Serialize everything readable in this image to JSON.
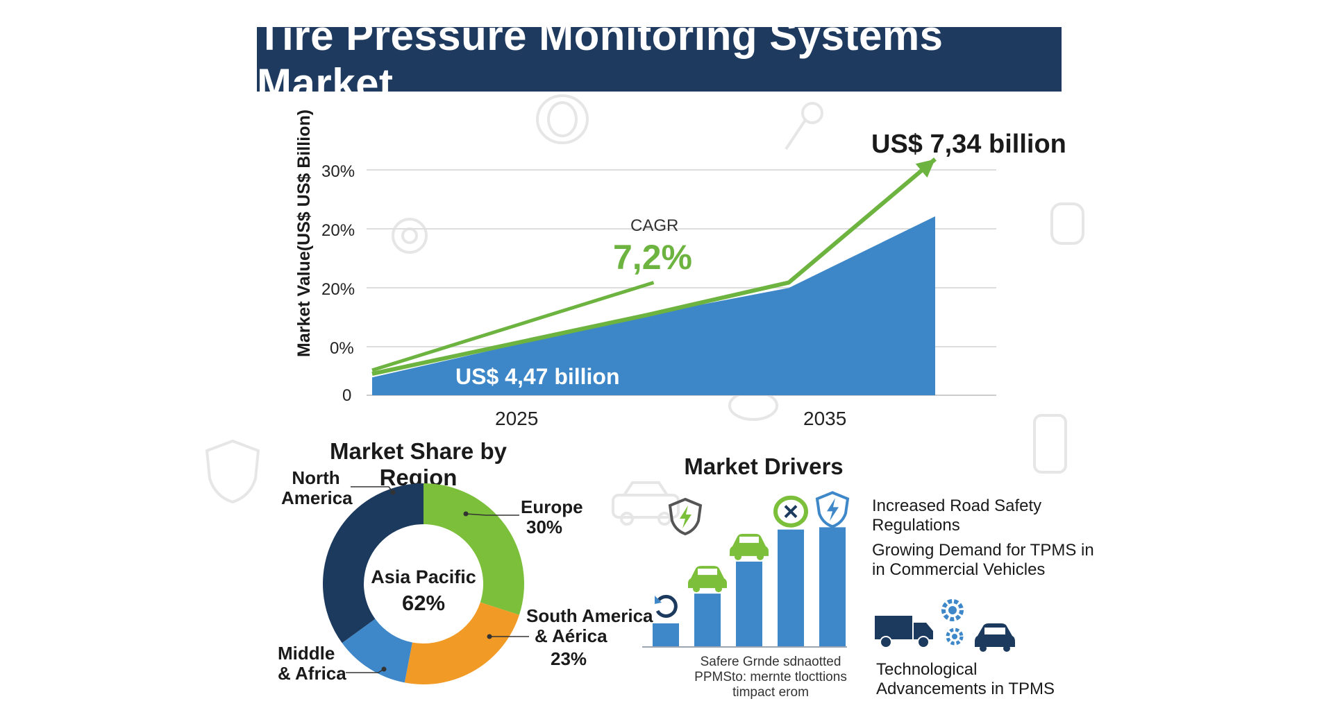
{
  "title": "Tire Pressure Monitoring Systems Market",
  "colors": {
    "banner": "#1f3a5f",
    "area": "#3d87c8",
    "trend": "#6db33f",
    "navy": "#1c3a5e",
    "green": "#7cbf3a",
    "orange": "#f29a26",
    "blue": "#3e88c9"
  },
  "chart_data": [
    {
      "type": "area",
      "title": "",
      "ylabel": "Market Value(US$ US$ Billion)",
      "y_tick_labels": [
        "30%",
        "20%",
        "20%",
        "0%",
        "0"
      ],
      "x_tick_labels": [
        "2025",
        "2035"
      ],
      "series": [
        {
          "type": "area",
          "points": [
            [
              0,
              0.1
            ],
            [
              0.49,
              0.45
            ],
            [
              0.74,
              0.6
            ],
            [
              1.0,
              1.0
            ]
          ]
        },
        {
          "type": "line",
          "points": [
            [
              0,
              0.12
            ],
            [
              0.49,
              0.45
            ],
            [
              0.74,
              0.63
            ],
            [
              1.0,
              1.32
            ]
          ]
        },
        {
          "type": "line",
          "points": [
            [
              0,
              0.14
            ],
            [
              0.5,
              0.63
            ]
          ]
        }
      ],
      "annotations": {
        "cagr_label": "CAGR",
        "cagr_value": "7,2%",
        "start_value": "US$ 4,47 billion",
        "end_value": "US$ 7,34 billion"
      },
      "grid": true
    },
    {
      "type": "pie",
      "title": "Market Share by Region",
      "center_label": "Asia Pacific",
      "center_value": "62%",
      "slices": [
        {
          "label": "Europe",
          "value": 30,
          "value_label": "30%",
          "color": "#7cbf3a"
        },
        {
          "label": "South America & Aérica",
          "value": 23,
          "value_label": "23%",
          "color": "#f29a26"
        },
        {
          "label": "Middle & Africa",
          "value": 12,
          "color": "#3e88c9"
        },
        {
          "label": "North America",
          "value": 35,
          "color": "#1c3a5e"
        }
      ],
      "legend_labels": {
        "north_america": [
          "North",
          "America"
        ],
        "europe": "Europe",
        "south_america": [
          "South America",
          "& Aérica"
        ],
        "middle_africa": [
          "Middle",
          "& Africa"
        ]
      }
    },
    {
      "type": "bar",
      "title": "Market Drivers",
      "values": [
        1,
        2.3,
        3.7,
        5.1,
        5.2
      ],
      "icons": [
        "recycle-icon",
        "car-icon",
        "car-icon",
        "tire-sensor-icon",
        "shield-bolt-icon"
      ],
      "caption": "Safere Grnde sdnaotted PPMSto: mernte tlocttions timpact erom"
    }
  ],
  "drivers": {
    "item1": [
      "Increased Road Safety",
      "Regulations"
    ],
    "item2": [
      "Growing Demand for TPMS in",
      "in Commercial Vehicles"
    ],
    "item3": [
      "Technological",
      "Advancements in TPMS"
    ]
  }
}
